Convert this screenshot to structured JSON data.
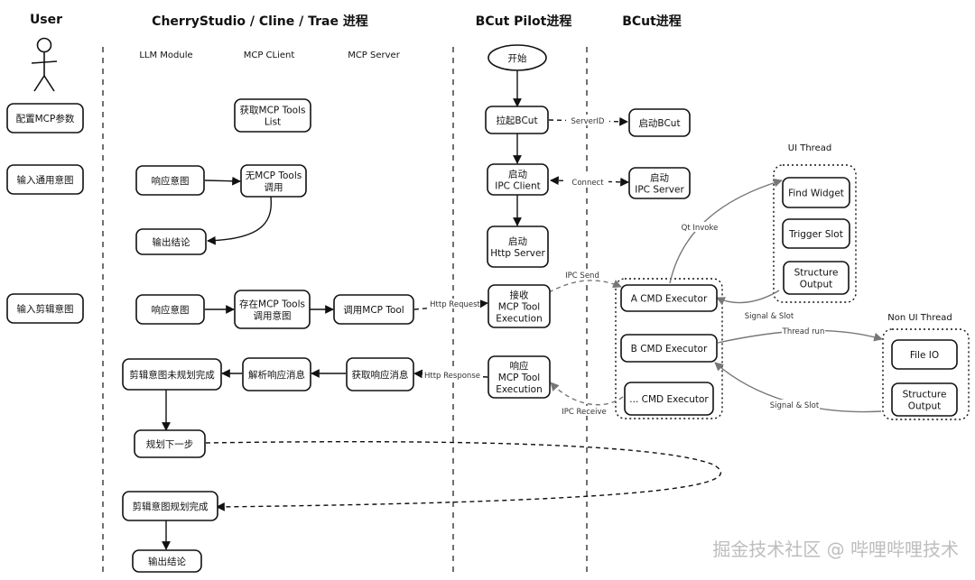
{
  "headers": {
    "user": "User",
    "client": "CherryStudio / Cline / Trae 进程",
    "pilot": "BCut Pilot进程",
    "bcut": "BCut进程"
  },
  "subheaders": {
    "llm": "LLM Module",
    "mcp_client": "MCP CLient",
    "mcp_server": "MCP Server",
    "ui_thread": "UI Thread",
    "non_ui_thread": "Non UI Thread"
  },
  "nodes": {
    "config_mcp": [
      "配置MCP参数"
    ],
    "input_general": [
      "输入通用意图"
    ],
    "input_edit": [
      "输入剪辑意图"
    ],
    "get_tools": [
      "获取MCP Tools",
      "List"
    ],
    "resp_intent1": [
      "响应意图"
    ],
    "no_tools": [
      "无MCP Tools",
      "调用"
    ],
    "output1": [
      "输出结论"
    ],
    "resp_intent2": [
      "响应意图"
    ],
    "has_tools": [
      "存在MCP Tools",
      "调用意图"
    ],
    "call_tool": [
      "调用MCP Tool"
    ],
    "edit_not_done": [
      "剪辑意图未规划完成"
    ],
    "parse_resp": [
      "解析响应消息"
    ],
    "get_resp": [
      "获取响应消息"
    ],
    "plan_next": [
      "规划下一步"
    ],
    "edit_done": [
      "剪辑意图规划完成"
    ],
    "output2": [
      "输出结论"
    ],
    "start": [
      "开始"
    ],
    "launch_bcut": [
      "拉起BCut"
    ],
    "ipc_client": [
      "启动",
      "IPC Client"
    ],
    "http_server": [
      "启动",
      "Http Server"
    ],
    "recv_exec": [
      "接收",
      "MCP Tool",
      "Execution"
    ],
    "resp_exec": [
      "响应",
      "MCP Tool",
      "Execution"
    ],
    "start_bcut": [
      "启动BCut"
    ],
    "ipc_server": [
      "启动",
      "IPC Server"
    ],
    "a_cmd": [
      "A CMD Executor"
    ],
    "b_cmd": [
      "B CMD Executor"
    ],
    "etc_cmd": [
      "... CMD Executor"
    ],
    "find_widget": [
      "Find Widget"
    ],
    "trigger_slot": [
      "Trigger Slot"
    ],
    "structure_output1": [
      "Structure",
      "Output"
    ],
    "file_io": [
      "File IO"
    ],
    "structure_output2": [
      "Structure",
      "Output"
    ]
  },
  "edge_labels": {
    "server_id": "ServerID",
    "connect": "Connect",
    "http_request": "Http Request",
    "http_response": "Http Response",
    "ipc_send": "IPC Send",
    "ipc_receive": "IPC Receive",
    "qt_invoke": "Qt Invoke",
    "signal_slot_1": "Signal & Slot",
    "thread_run": "Thread run",
    "signal_slot_2": "Signal & Slot"
  },
  "watermark": "掘金技术社区 @ 哔哩哔哩技术"
}
